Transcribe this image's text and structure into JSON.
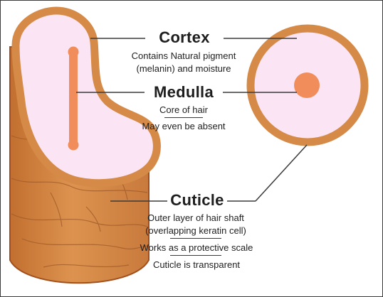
{
  "colors": {
    "shell": "#d58a48",
    "shell_dark": "#b86a2c",
    "outline": "#a24f1c",
    "cortex_fill": "#fbe5f4",
    "medulla": "#f18d5a",
    "leader_line": "#3a3a3a"
  },
  "labels": {
    "cortex": {
      "title": "Cortex",
      "lines": [
        "Contains Natural pigment",
        "(melanin) and moisture"
      ]
    },
    "medulla": {
      "title": "Medulla",
      "lines": [
        "Core of hair",
        "May even be absent"
      ]
    },
    "cuticle": {
      "title": "Cuticle",
      "lines": [
        "Outer layer of hair shaft",
        "(overlapping keratin cell)",
        "Works as a protective scale",
        "Cuticle is transparent"
      ]
    }
  }
}
